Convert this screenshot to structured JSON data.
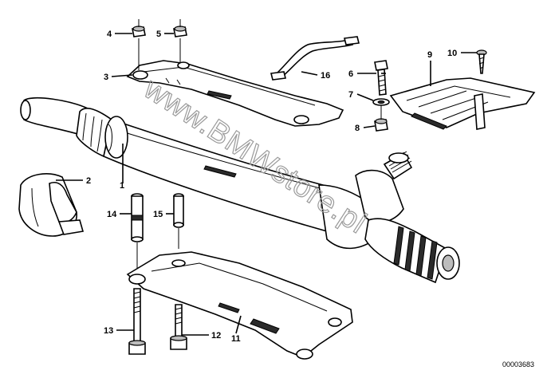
{
  "diagram": {
    "watermark": "www.BMWstore.pl",
    "drawing_code": "00003683",
    "callouts": [
      {
        "id": "c1",
        "text": "1"
      },
      {
        "id": "c2",
        "text": "2"
      },
      {
        "id": "c3",
        "text": "3"
      },
      {
        "id": "c4",
        "text": "4"
      },
      {
        "id": "c5",
        "text": "5"
      },
      {
        "id": "c6",
        "text": "6"
      },
      {
        "id": "c7",
        "text": "7"
      },
      {
        "id": "c8",
        "text": "8"
      },
      {
        "id": "c9",
        "text": "9"
      },
      {
        "id": "c10",
        "text": "10"
      },
      {
        "id": "c11",
        "text": "11"
      },
      {
        "id": "c12",
        "text": "12"
      },
      {
        "id": "c13",
        "text": "13"
      },
      {
        "id": "c14",
        "text": "14"
      },
      {
        "id": "c15",
        "text": "15"
      },
      {
        "id": "c16",
        "text": "16"
      }
    ]
  }
}
